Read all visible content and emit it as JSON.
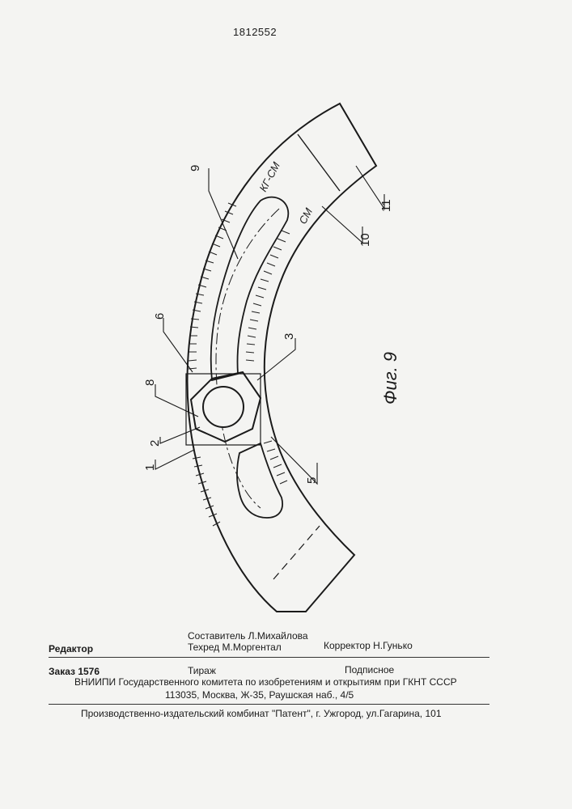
{
  "patent_number": "1812552",
  "figure": {
    "caption": "Фиг. 9",
    "labels": {
      "l1": "1",
      "l2": "2",
      "l3": "3",
      "l5": "5",
      "l6": "6",
      "l8": "8",
      "l9": "9",
      "l10": "10",
      "l11": "11"
    },
    "zone_kg_sm": "КГ-СМ",
    "zone_sm": "СМ"
  },
  "colophon": {
    "compiler": "Составитель Л.Михайлова",
    "tech_editor": "Техред М.Моргентал",
    "editor": "Редактор",
    "corrector": "Корректор  Н.Гунько",
    "order": "Заказ 1576",
    "circulation": "Тираж",
    "subscription": "Подписное",
    "vniipi": "ВНИИПИ Государственного комитета по изобретениям и открытиям при ГКНТ СССР",
    "address": "113035, Москва, Ж-35, Раушская наб., 4/5",
    "publisher": "Производственно-издательский комбинат \"Патент\", г. Ужгород, ул.Гагарина, 101"
  }
}
